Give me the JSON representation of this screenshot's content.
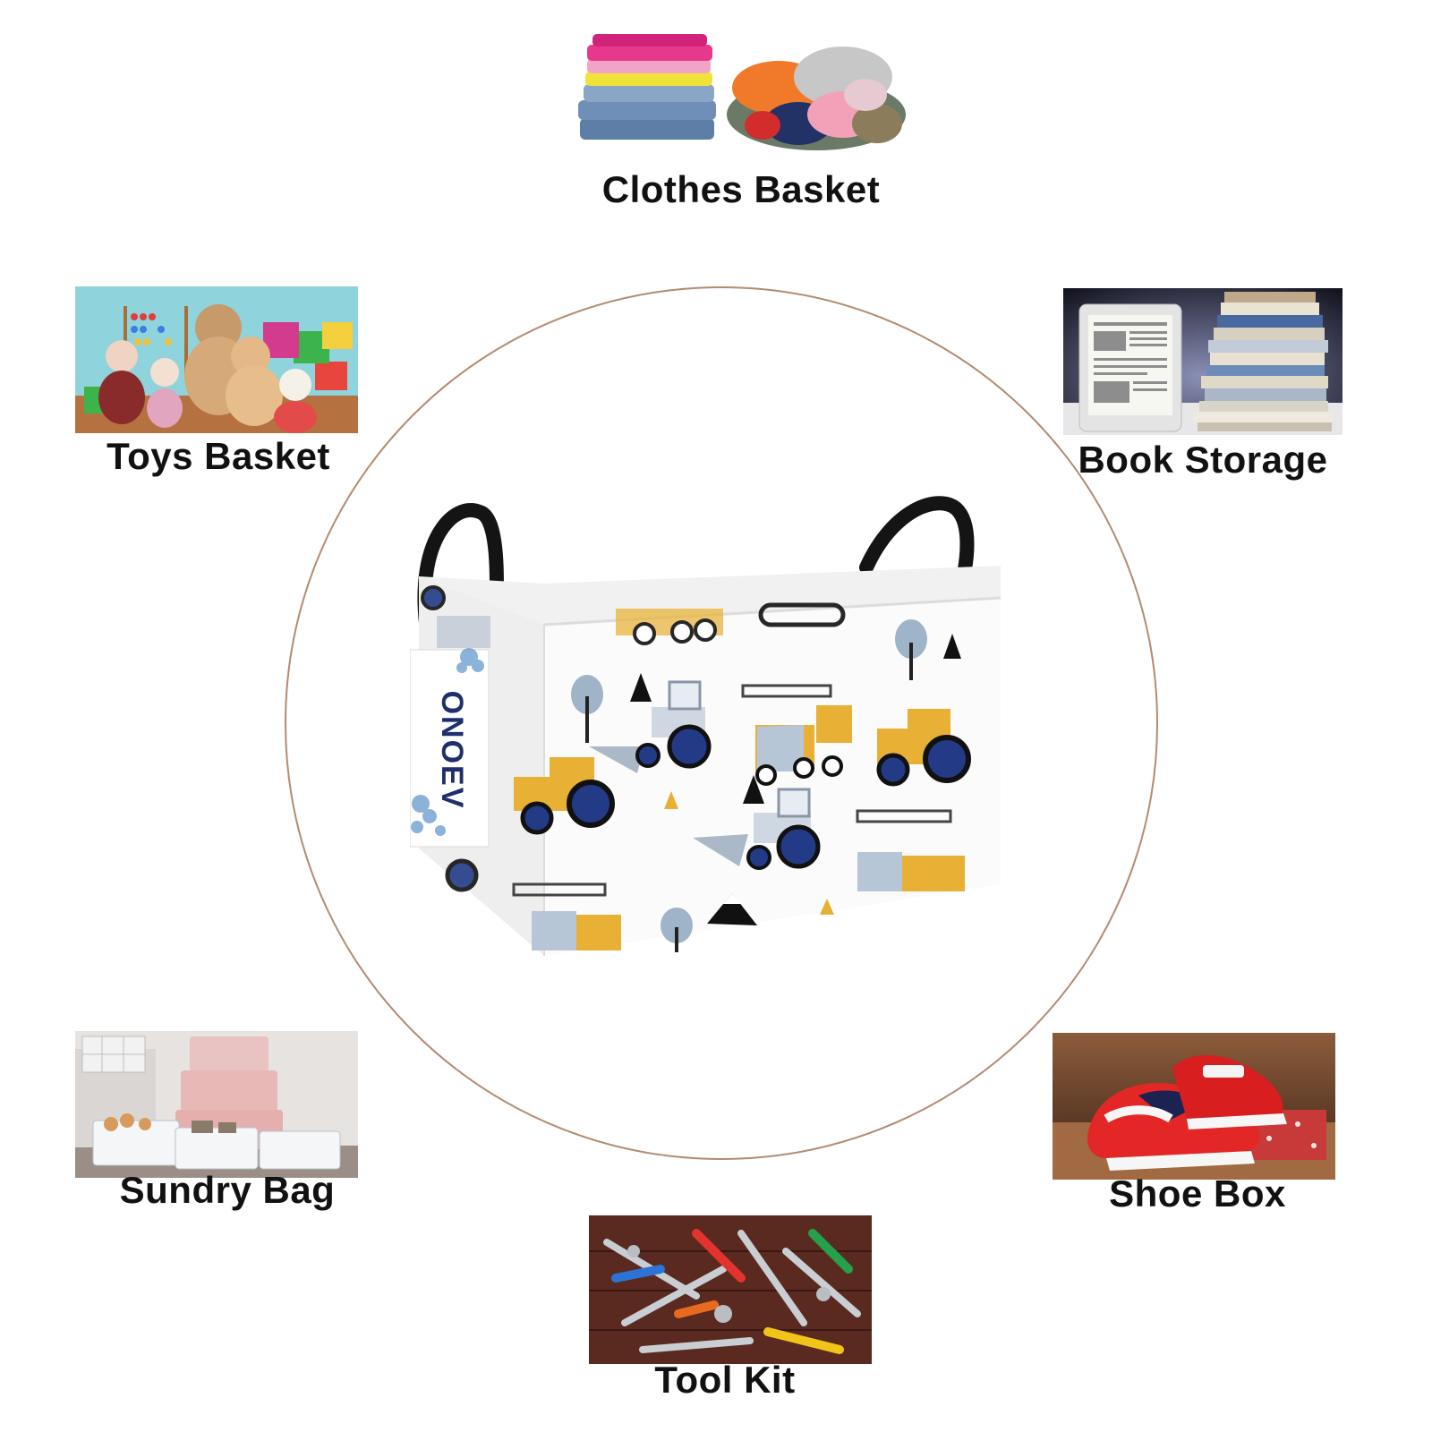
{
  "center": {
    "product": "storage-basket",
    "pattern": "construction-vehicles",
    "tag_brand": "ONOEV"
  },
  "uses": {
    "clothes": "Clothes Basket",
    "toys": "Toys Basket",
    "books": "Book Storage",
    "sundry": "Sundry Bag",
    "shoes": "Shoe Box",
    "tools": "Tool Kit"
  },
  "colors": {
    "ring": "#b48a70",
    "vehicle_yellow": "#e8b034",
    "vehicle_blue": "#233b86",
    "vehicle_grey": "#aab8c8"
  }
}
